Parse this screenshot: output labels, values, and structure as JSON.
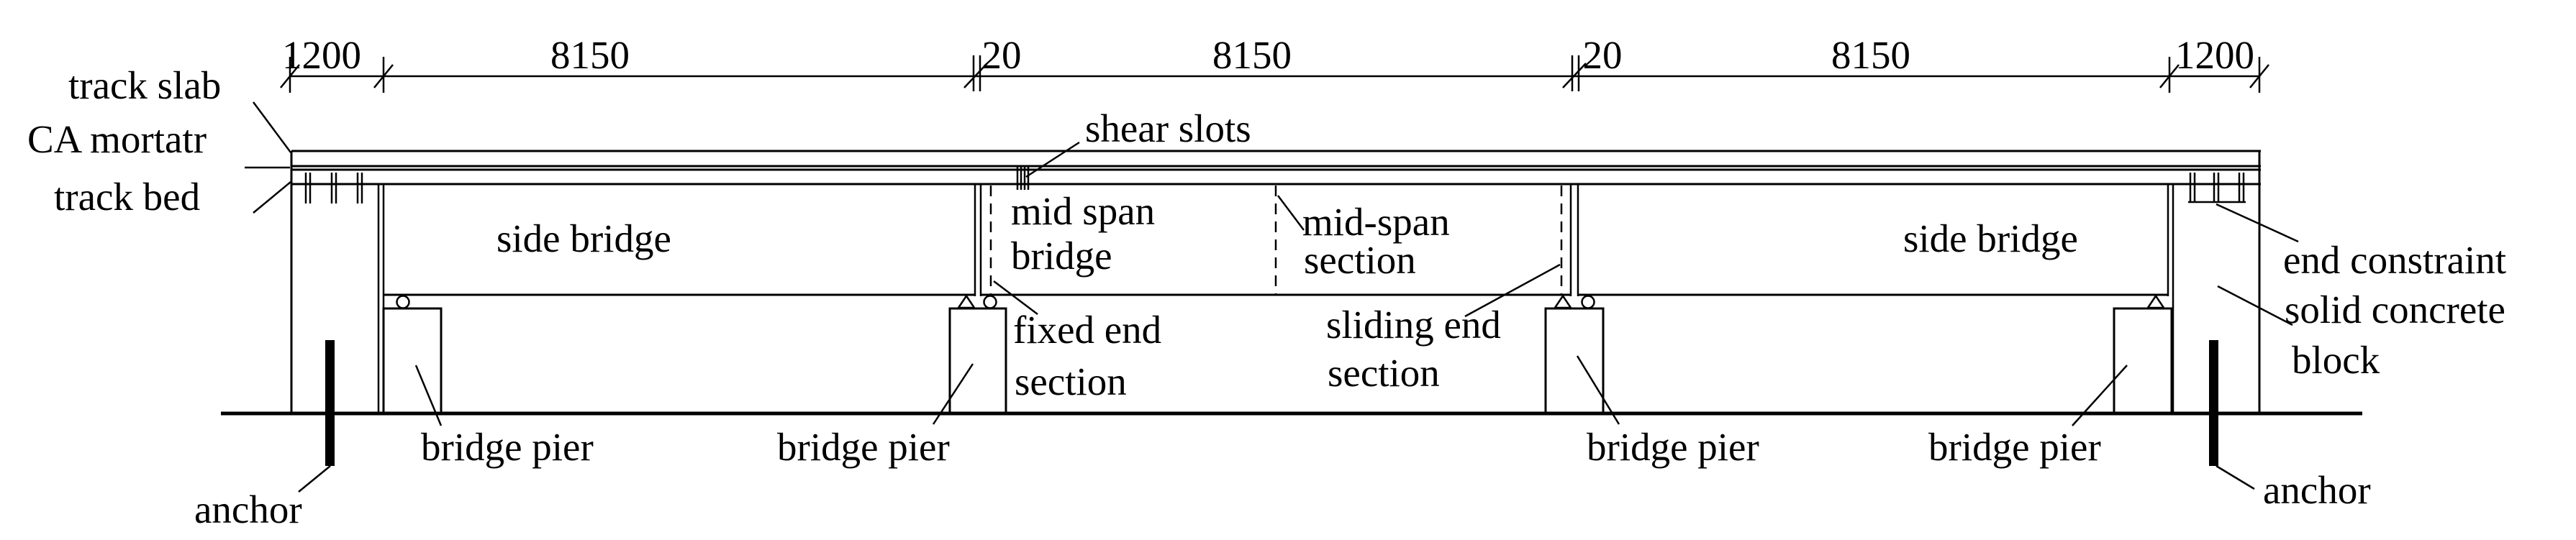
{
  "diagram": {
    "type": "bridge-elevation-engineering-drawing",
    "colors": {
      "line": "#000000",
      "background": "#ffffff"
    },
    "dimensions": {
      "values": [
        "1200",
        "8150",
        "20",
        "8150",
        "20",
        "8150",
        "1200"
      ]
    },
    "labels": {
      "track_slab": "track slab",
      "ca_mortar": "CA mortatr",
      "track_bed": "track bed",
      "shear_slots": "shear slots",
      "side_bridge_left": "side bridge",
      "side_bridge_right": "side bridge",
      "mid_span_bridge_line1": "mid span",
      "mid_span_bridge_line2": "bridge",
      "mid_span_section_line1": "mid-span",
      "mid_span_section_line2": "section",
      "fixed_end_line1": "fixed end",
      "fixed_end_line2": "section",
      "sliding_end_line1": "sliding end",
      "sliding_end_line2": "section",
      "end_constraint": "end constraint",
      "solid_concrete_line1": "solid concrete",
      "solid_concrete_line2": "block",
      "bridge_pier_1": "bridge pier",
      "bridge_pier_2": "bridge pier",
      "bridge_pier_3": "bridge pier",
      "bridge_pier_4": "bridge pier",
      "anchor_left": "anchor",
      "anchor_right": "anchor"
    }
  }
}
